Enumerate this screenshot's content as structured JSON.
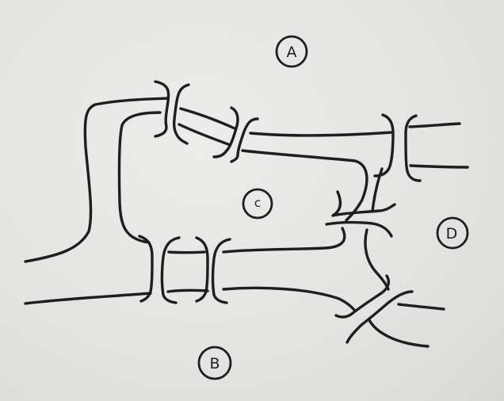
{
  "labels": {
    "a": "A",
    "b": "B",
    "c": "c",
    "d": "D"
  }
}
